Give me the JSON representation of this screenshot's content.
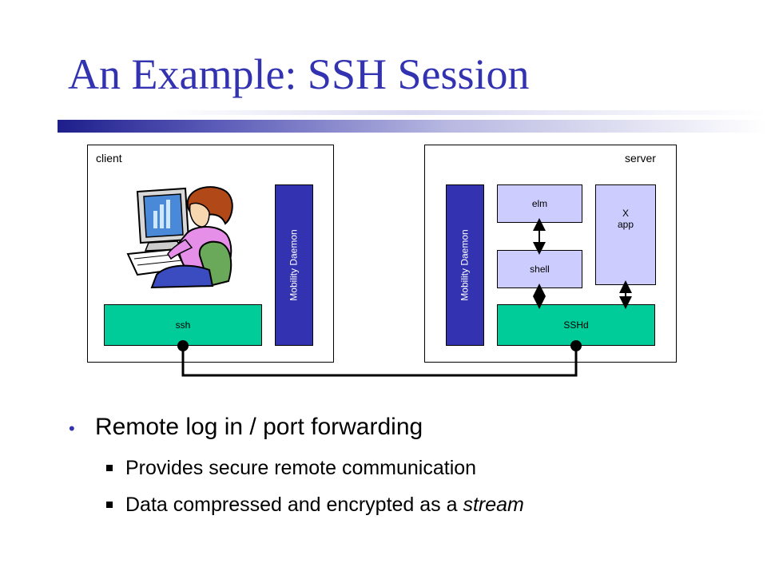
{
  "title": "An Example: SSH Session",
  "diagram": {
    "client": {
      "label": "client",
      "ssh": "ssh",
      "mobility_daemon": "Mobility Daemon"
    },
    "server": {
      "label": "server",
      "mobility_daemon": "Mobility Daemon",
      "elm": "elm",
      "shell": "shell",
      "x_app_line1": "X",
      "x_app_line2": "app",
      "sshd": "SSHd"
    },
    "colors": {
      "green": "#00cc99",
      "lavender": "#ccccff",
      "blue": "#3333b2"
    }
  },
  "bullets": {
    "main": "Remote log in / port forwarding",
    "sub1": "Provides secure remote communication",
    "sub2_prefix": "Data compressed and encrypted as a ",
    "sub2_emph": "stream"
  }
}
